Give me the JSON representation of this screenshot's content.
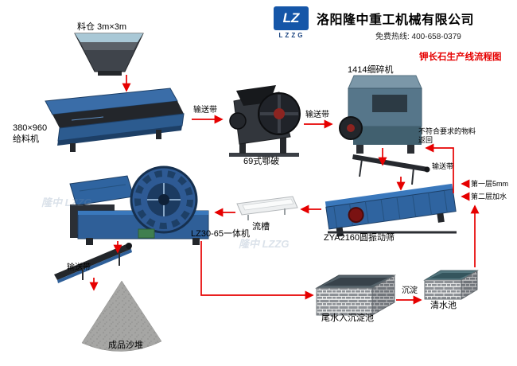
{
  "header": {
    "logo_mark": "LZ",
    "logo_text": "LZZG",
    "company": "洛阳隆中重工机械有限公司",
    "hotline": "免费热线: 400-658-0379",
    "diagram_title": "钾长石生产线流程图"
  },
  "colors": {
    "accent_red": "#e60000",
    "machine_blue": "#2f64a0",
    "brand_blue": "#1556a8"
  },
  "labels": {
    "hopper": "料仓 3m×3m",
    "feeder": "380×960\n给料机",
    "conveyor_1": "输送带",
    "jaw_crusher": "69式鄂破",
    "conveyor_2": "输送带",
    "fine_crusher": "1414细碎机",
    "reject_note": "不符合要求的物料\n返回",
    "conveyor_return": "输送带",
    "screen": "ZYA2160圆振动筛",
    "screen_layer_1": "第一层5mm",
    "screen_layer_2": "第二层加水",
    "chute": "流槽",
    "washer": "LZ30-65一体机",
    "conveyor_sand": "输送带",
    "sand_pile": "成品沙堆",
    "sediment_pool": "尾水入沉淀池",
    "sediment": "沉淀",
    "clear_pool": "清水池",
    "watermark": "隆中 LZZG"
  }
}
